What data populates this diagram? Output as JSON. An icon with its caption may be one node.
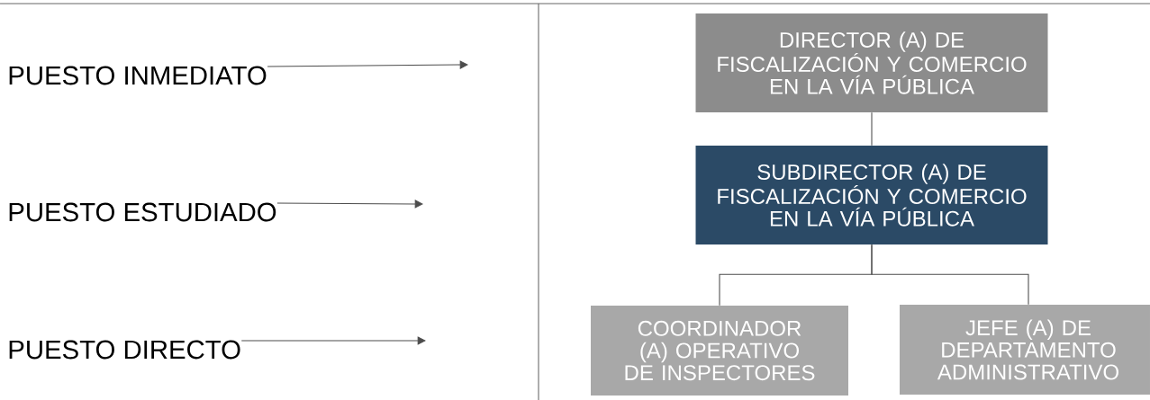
{
  "diagram": {
    "nodes": [
      {
        "text": [
          "PUESTO INMEDIATO"
        ]
      },
      {
        "text": [
          "PUESTO ESTUDIADO"
        ]
      },
      {
        "text": [
          "PUESTO DIRECTO"
        ]
      },
      {
        "text": [
          "DIRECTOR (A) DE FISCALIZACIÓN Y COMERCIO EN LA VÍA PÚBLICA"
        ]
      },
      {
        "text": [
          "SUBDIRECTOR (A) DE FISCALIZACIÓN Y COMERCIO EN LA VÍA PÚBLICA"
        ]
      },
      {
        "text": [
          "COORDINADOR (A) OPERATIVO DE INSPECTORES"
        ]
      },
      {
        "text": [
          "JEFE (A) DE DEPARTAMENTO ADMINISTRATIVO"
        ]
      }
    ],
    "edges": [
      {
        "from": 0,
        "to": null,
        "arrow": "to"
      },
      {
        "from": 1,
        "to": null,
        "arrow": "to"
      },
      {
        "from": 2,
        "to": null,
        "arrow": "to"
      },
      {
        "from": 3,
        "to": 4,
        "arrow": "none"
      },
      {
        "from": 4,
        "to": 5,
        "arrow": "none"
      },
      {
        "from": 4,
        "to": 6,
        "arrow": "none"
      }
    ]
  }
}
